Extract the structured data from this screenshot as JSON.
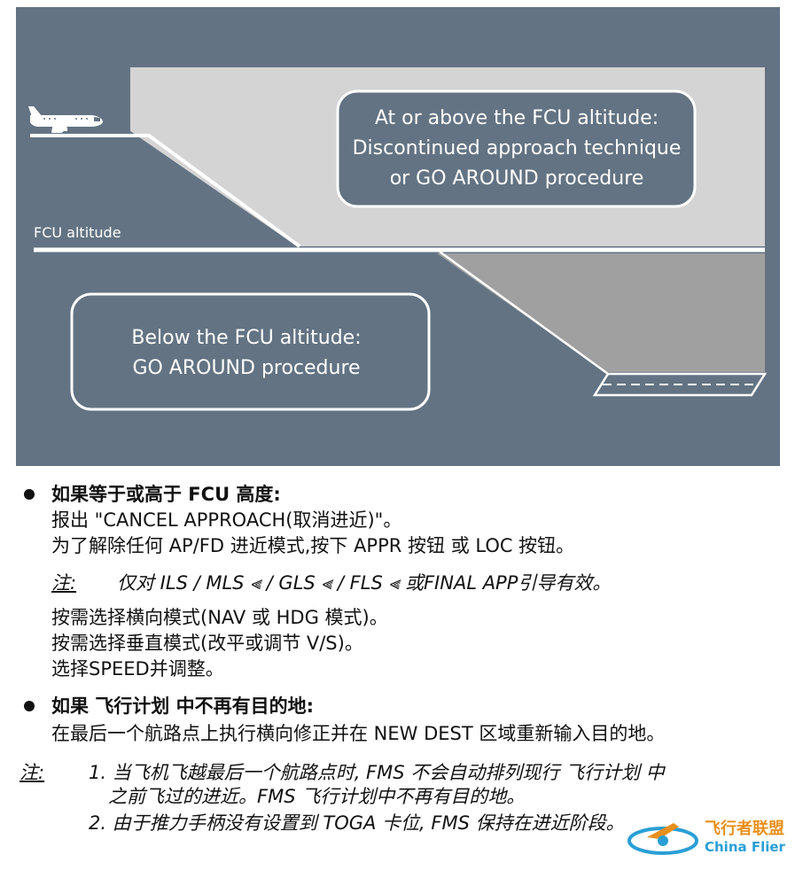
{
  "diagram": {
    "above_box": {
      "line1": "At or above the FCU altitude:",
      "line2": "Discontinued approach technique",
      "line3": "or GO AROUND procedure"
    },
    "below_box": {
      "line1": "Below the FCU altitude:",
      "line2": "GO AROUND procedure"
    },
    "fcu_label": "FCU altitude",
    "colors": {
      "background": "#637383",
      "light_area": "#d4d4d4",
      "dark_area": "#a0a0a0"
    }
  },
  "section1": {
    "heading": "如果等于或高于 FCU 高度:",
    "line1": "报出 \"CANCEL APPROACH(取消进近)\"。",
    "line2": "为了解除任何 AP/FD 进近模式,按下 APPR 按钮 或 LOC 按钮。",
    "note_label": "注:",
    "note_text": "仅对 ILS / MLS ⫷ / GLS ⫷ / FLS ⫷ 或FINAL APP引导有效。",
    "line3": "按需选择横向模式(NAV 或 HDG 模式)。",
    "line4": "按需选择垂直模式(改平或调节 V/S)。",
    "line5": "选择SPEED并调整。"
  },
  "section2": {
    "heading": "如果 飞行计划 中不再有目的地:",
    "line1": "在最后一个航路点上执行横向修正并在 NEW DEST 区域重新输入目的地。",
    "note_label": "注:",
    "note1_a": "1. 当飞机飞越最后一个航路点时, FMS 不会自动排列现行 飞行计划 中",
    "note1_b": "之前飞过的进近。FMS 飞行计划中不再有目的地。",
    "note2": "2. 由于推力手柄没有设置到 TOGA 卡位, FMS 保持在进近阶段。"
  },
  "watermark": {
    "cn": "飞行者联盟",
    "en": "China Flier"
  }
}
